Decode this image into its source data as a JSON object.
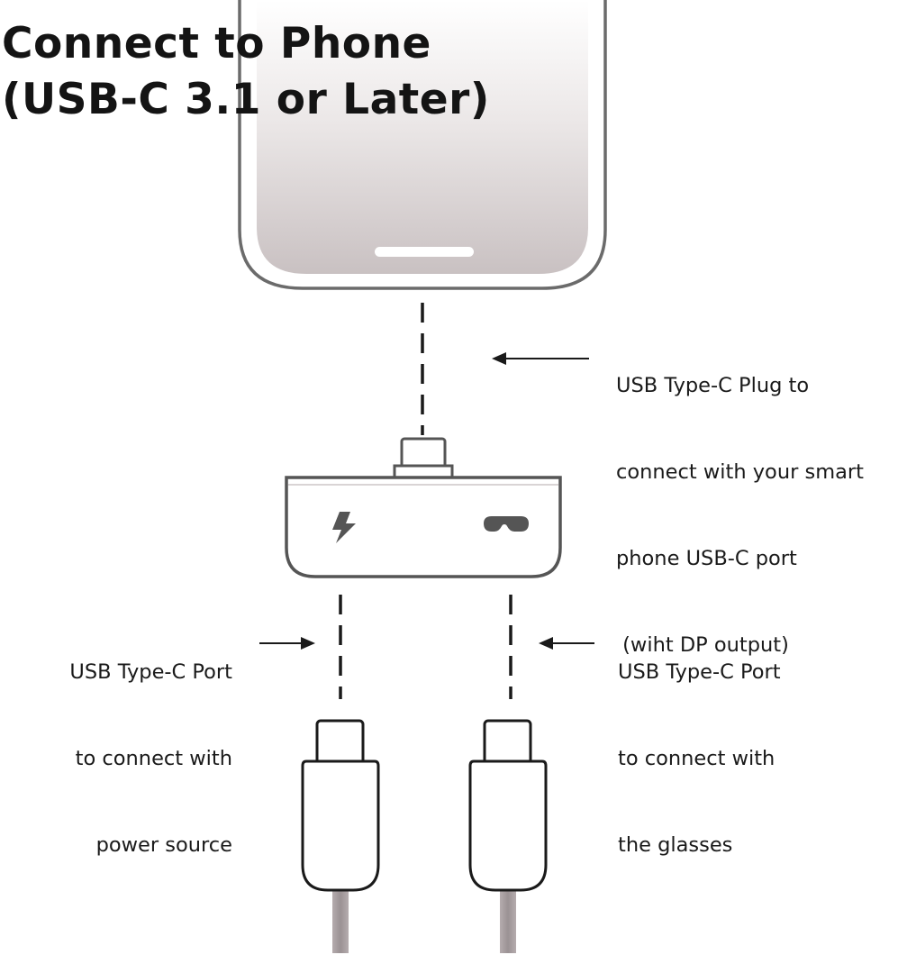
{
  "title": {
    "line1": "Connect to Phone",
    "line2": "(USB-C 3.1 or Later)"
  },
  "callouts": {
    "plug": {
      "lines": [
        "USB Type-C Plug to",
        "connect with your smart",
        "phone USB-C port",
        " (wiht DP output)"
      ]
    },
    "power_port": {
      "lines": [
        "USB Type-C Port",
        "to connect with",
        "power source"
      ]
    },
    "glasses_port": {
      "lines": [
        "USB Type-C Port",
        "to connect with",
        "the glasses"
      ]
    }
  },
  "icons": {
    "adapter_left": "lightning-bolt-icon",
    "adapter_right": "glasses-icon"
  },
  "colors": {
    "outline": "#555555",
    "phone_fill_top": "#ffffff",
    "phone_fill_bottom": "#c9c1c2",
    "cable": "#a39a9c",
    "text": "#1a1a1a"
  }
}
